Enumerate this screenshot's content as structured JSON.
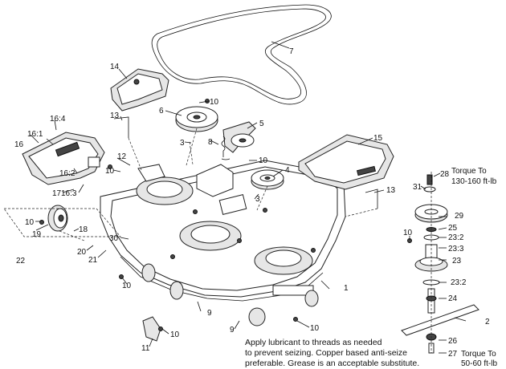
{
  "callouts": [
    {
      "id": "c1",
      "text": "1"
    },
    {
      "id": "c2",
      "text": "2"
    },
    {
      "id": "c3a",
      "text": "3"
    },
    {
      "id": "c3b",
      "text": "3"
    },
    {
      "id": "c4",
      "text": "4"
    },
    {
      "id": "c5",
      "text": "5"
    },
    {
      "id": "c6",
      "text": "6"
    },
    {
      "id": "c7",
      "text": "7"
    },
    {
      "id": "c8",
      "text": "8"
    },
    {
      "id": "c9a",
      "text": "9"
    },
    {
      "id": "c9b",
      "text": "9"
    },
    {
      "id": "c10a",
      "text": "10"
    },
    {
      "id": "c10b",
      "text": "10"
    },
    {
      "id": "c10c",
      "text": "10"
    },
    {
      "id": "c10d",
      "text": "10"
    },
    {
      "id": "c10e",
      "text": "10"
    },
    {
      "id": "c10f",
      "text": "10"
    },
    {
      "id": "c10g",
      "text": "10"
    },
    {
      "id": "c10h",
      "text": "10"
    },
    {
      "id": "c11",
      "text": "11"
    },
    {
      "id": "c12",
      "text": "12"
    },
    {
      "id": "c13a",
      "text": "13"
    },
    {
      "id": "c13b",
      "text": "13"
    },
    {
      "id": "c14",
      "text": "14"
    },
    {
      "id": "c15",
      "text": "15"
    },
    {
      "id": "c16",
      "text": "16"
    },
    {
      "id": "c161",
      "text": "16:1"
    },
    {
      "id": "c162",
      "text": "16:2"
    },
    {
      "id": "c163",
      "text": "16:3"
    },
    {
      "id": "c164",
      "text": "16:4"
    },
    {
      "id": "c17",
      "text": "17"
    },
    {
      "id": "c18",
      "text": "18"
    },
    {
      "id": "c19",
      "text": "19"
    },
    {
      "id": "c20",
      "text": "20"
    },
    {
      "id": "c21",
      "text": "21"
    },
    {
      "id": "c22",
      "text": "22"
    },
    {
      "id": "c23",
      "text": "23"
    },
    {
      "id": "c232a",
      "text": "23:2"
    },
    {
      "id": "c232b",
      "text": "23:2"
    },
    {
      "id": "c233",
      "text": "23:3"
    },
    {
      "id": "c24",
      "text": "24"
    },
    {
      "id": "c25",
      "text": "25"
    },
    {
      "id": "c26",
      "text": "26"
    },
    {
      "id": "c27",
      "text": "27"
    },
    {
      "id": "c28",
      "text": "28"
    },
    {
      "id": "c29",
      "text": "29"
    },
    {
      "id": "c30",
      "text": "30"
    },
    {
      "id": "c31",
      "text": "31"
    }
  ],
  "torque_top": {
    "line1": "Torque To",
    "line2": "130-160 ft-lb"
  },
  "torque_bottom": {
    "line1": "Torque To",
    "line2": "50-60 ft-lb"
  },
  "note": {
    "line1": "Apply lubricant to threads as needed",
    "line2": "to prevent seizing. Copper based anti-seize",
    "line3": "preferable. Grease is an acceptable substitute."
  }
}
